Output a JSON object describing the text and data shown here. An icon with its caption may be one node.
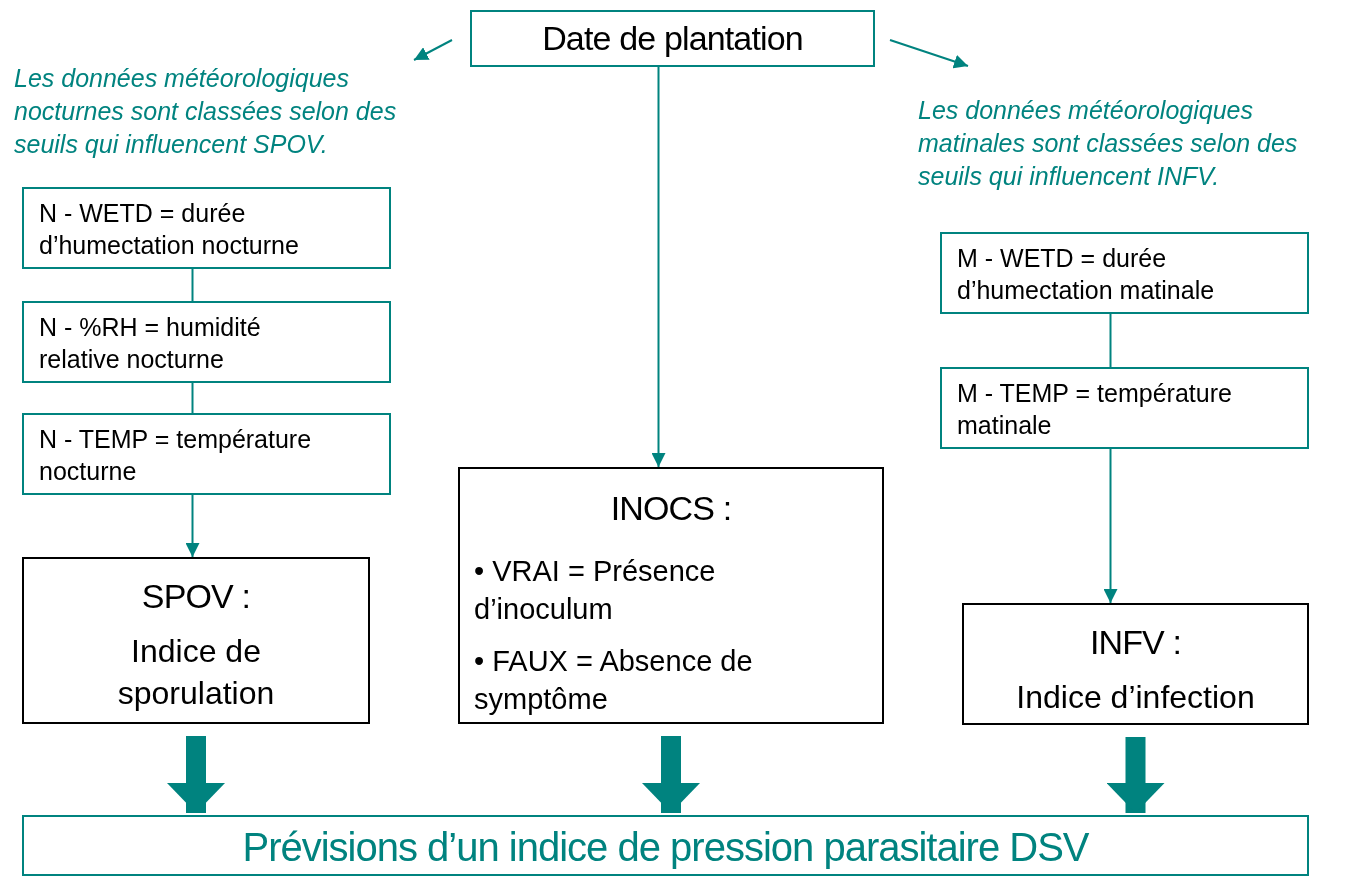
{
  "diagram": {
    "nodes": [
      {
        "text": [
          "Date de plantation"
        ]
      },
      {
        "text": [
          "Les données météorologiques nocturnes sont classées selon des seuils qui influencent SPOV."
        ]
      },
      {
        "text": [
          "Les données météorologiques matinales sont classées selon des seuils qui influencent INFV."
        ]
      },
      {
        "text": [
          "N - WETD = durée d’humectation nocturne"
        ]
      },
      {
        "text": [
          "N - %RH = humidité relative nocturne"
        ]
      },
      {
        "text": [
          "N - TEMP = température nocturne"
        ]
      },
      {
        "text": [
          "SPOV :",
          "Indice de sporulation"
        ]
      },
      {
        "text": [
          "INOCS :",
          "• VRAI = Présence d’inoculum",
          "• FAUX = Absence de symptôme"
        ]
      },
      {
        "text": [
          "M - WETD = durée d’humectation matinale"
        ]
      },
      {
        "text": [
          "M - TEMP = température matinale"
        ]
      },
      {
        "text": [
          "INFV :",
          "Indice d’infection"
        ]
      },
      {
        "text": [
          "Prévisions d’un indice de pression parasitaire DSV"
        ]
      }
    ],
    "edges": [
      {
        "from": 0,
        "to": 1,
        "arrow": "to"
      },
      {
        "from": 0,
        "to": 2,
        "arrow": "to"
      },
      {
        "from": 0,
        "to": 7,
        "arrow": "to"
      },
      {
        "from": 3,
        "to": 4,
        "arrow": "none"
      },
      {
        "from": 4,
        "to": 5,
        "arrow": "none"
      },
      {
        "from": 5,
        "to": 6,
        "arrow": "to"
      },
      {
        "from": 8,
        "to": 9,
        "arrow": "none"
      },
      {
        "from": 9,
        "to": 10,
        "arrow": "to"
      },
      {
        "from": 6,
        "to": 11,
        "arrow": "to",
        "style": "thick"
      },
      {
        "from": 7,
        "to": 11,
        "arrow": "to",
        "style": "thick"
      },
      {
        "from": 10,
        "to": 11,
        "arrow": "to",
        "style": "thick"
      }
    ]
  }
}
